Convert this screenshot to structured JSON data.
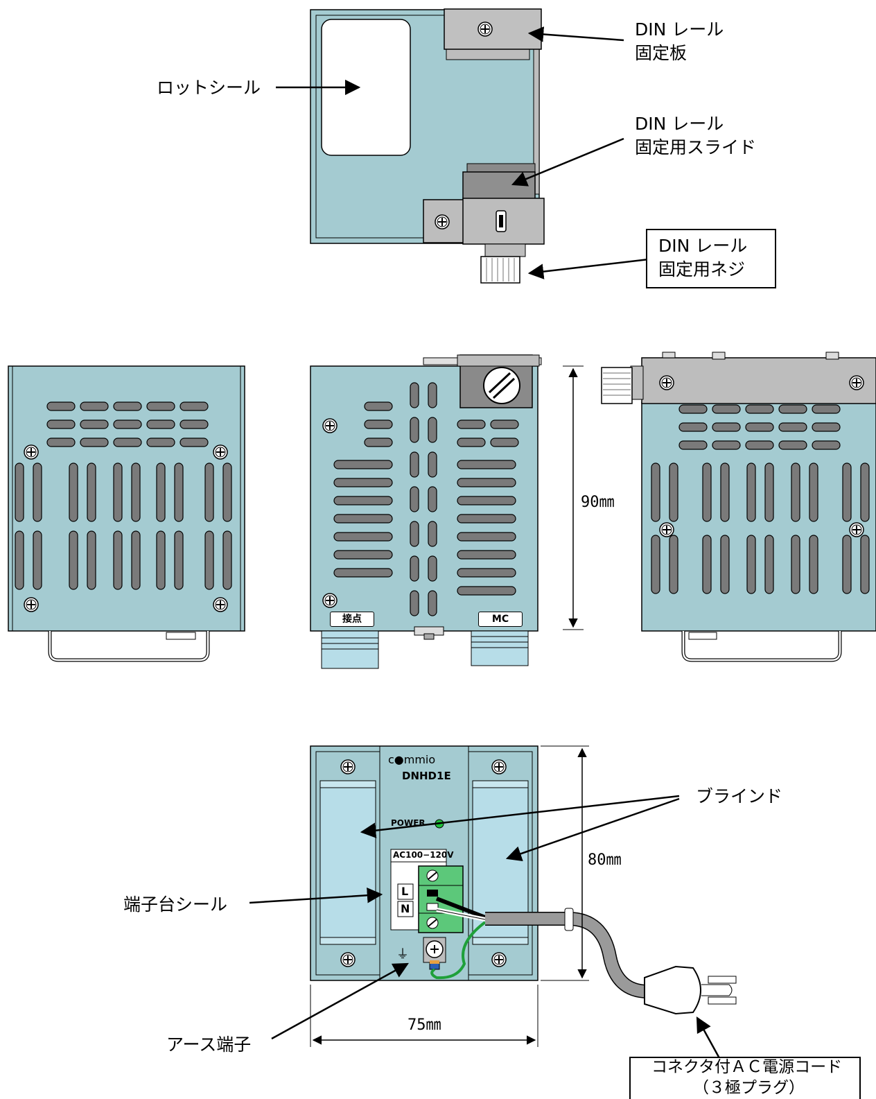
{
  "callouts": {
    "din_plate": [
      "DIN レール",
      "固定板"
    ],
    "lot_seal": "ロットシール",
    "din_slide": [
      "DIN レール",
      "固定用スライド"
    ],
    "din_screw": [
      "DIN レール",
      "固定用ネジ"
    ],
    "blind": "ブラインド",
    "terminal_seal": "端子台シール",
    "ground_terminal": "アース端子",
    "ac_cord": [
      "コネクタ付ＡＣ電源コード",
      "（３極プラグ）"
    ]
  },
  "dimensions": {
    "height": "90㎜",
    "depth": "80㎜",
    "width": "75㎜"
  },
  "side_labels": {
    "contact": "接点",
    "mc": "MC"
  },
  "front_panel": {
    "brand": "c●mmio",
    "model": "DNHD1E",
    "power": "POWER",
    "voltage": "AC100−120V",
    "terminal_l": "L",
    "terminal_n": "N",
    "ground_symbol": "⏚"
  },
  "colors": {
    "body": "#a4cbd1",
    "slot": "#7a7a7a",
    "metal": "#bdbdbd",
    "blind": "#b7dde8",
    "terminal": "#5cc87a",
    "cord": "#9a9a9a",
    "led": "#1fbf3a"
  }
}
